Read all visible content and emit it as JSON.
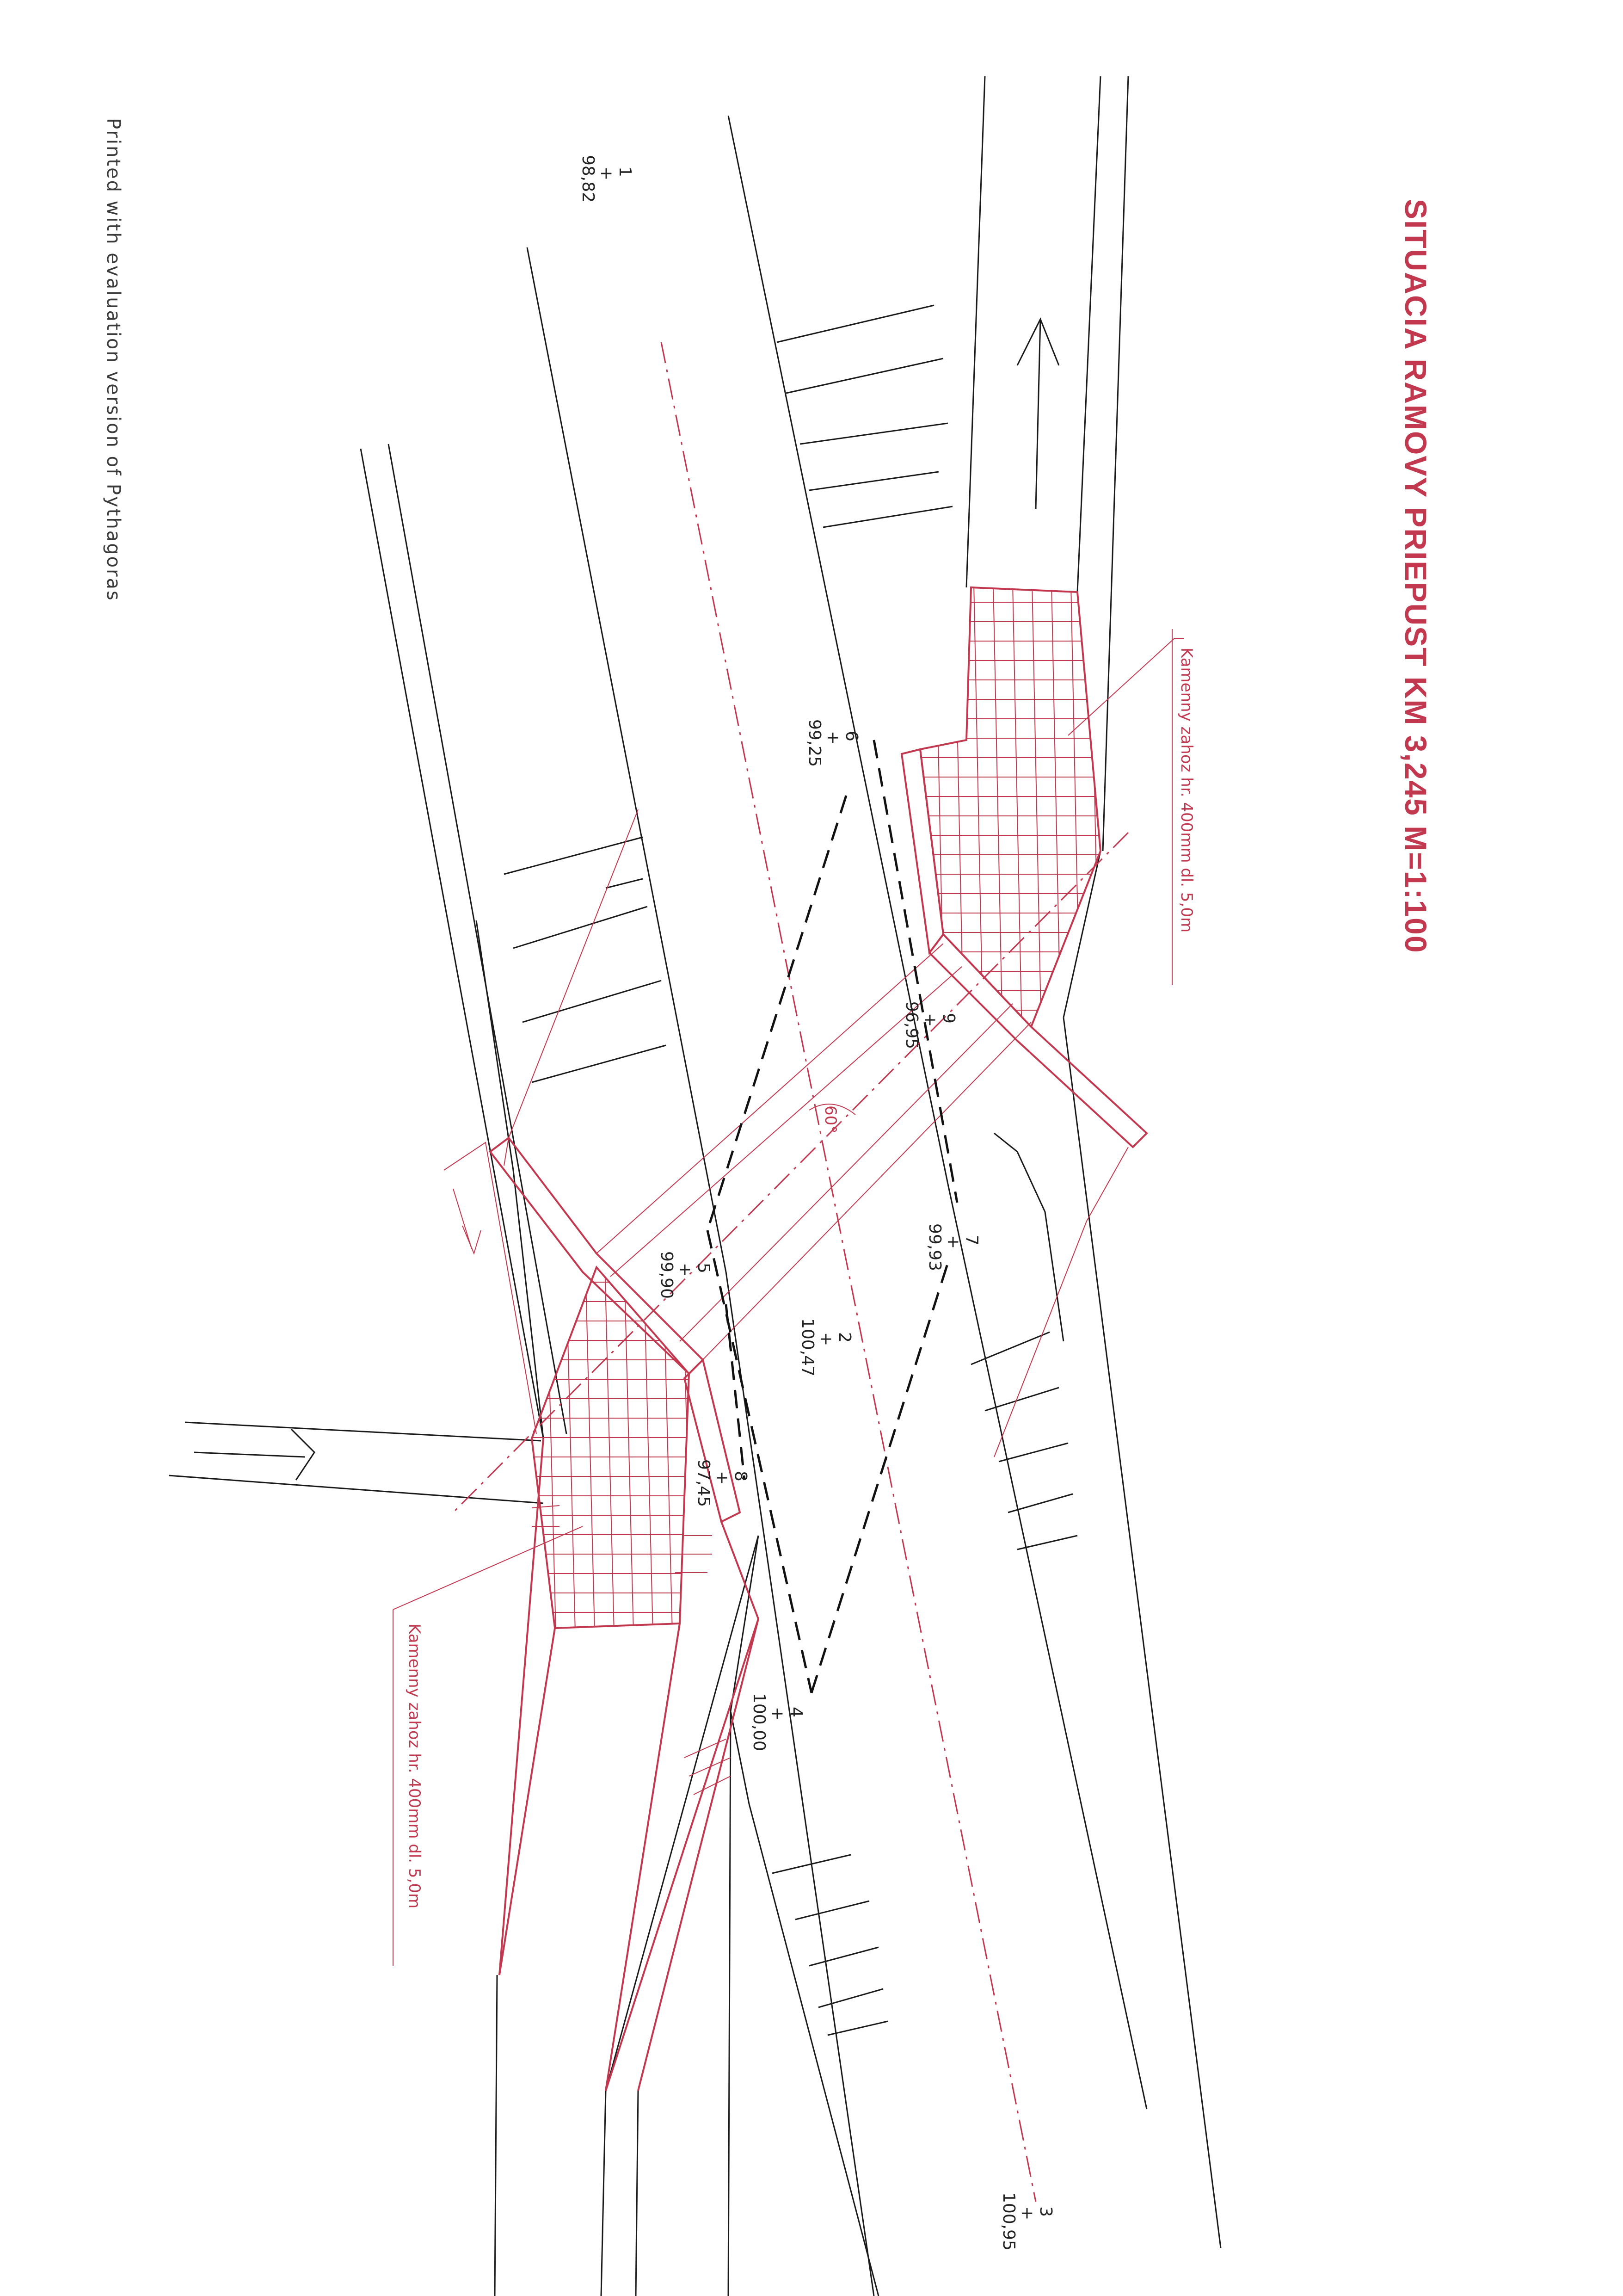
{
  "title": "SITUACIA RAMOVY PRIEPUST KM 3,245   M=1:100",
  "watermark": "Printed with evaluation version of Pythagoras",
  "annotations": [
    {
      "id": "top-note",
      "text": "Kamenny zahoz hr. 400mm dl. 5,0m"
    },
    {
      "id": "bottom-note",
      "text": "Kamenny zahoz hr. 400mm dl. 5,0m"
    }
  ],
  "angle_label": "60°",
  "points": [
    {
      "number": "1",
      "height": "98,82"
    },
    {
      "number": "2",
      "height": "100,47"
    },
    {
      "number": "3",
      "height": "100,95"
    },
    {
      "number": "4",
      "height": "100,00"
    },
    {
      "number": "5",
      "height": "99,90"
    },
    {
      "number": "6",
      "height": "99,25"
    },
    {
      "number": "7",
      "height": "99,93"
    },
    {
      "number": "8",
      "height": "97,45"
    },
    {
      "number": "9",
      "height": "96,95"
    }
  ],
  "colors": {
    "annotation": "#c1384f",
    "linework": "#1a1a1a"
  }
}
